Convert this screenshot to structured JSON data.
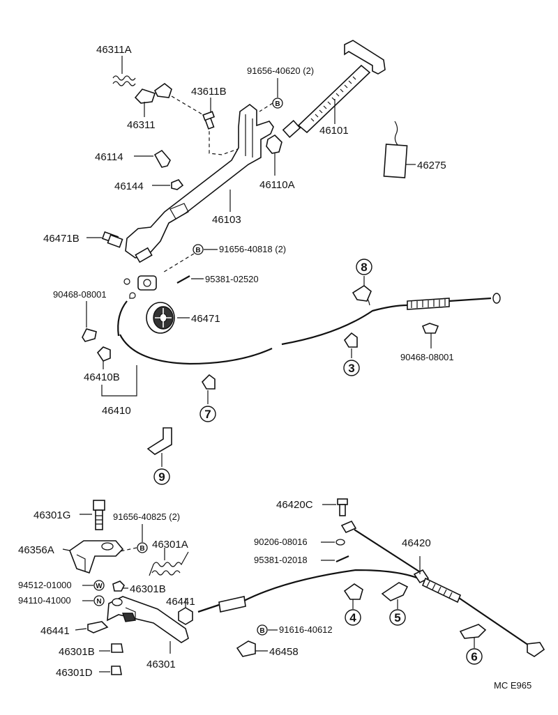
{
  "labels": {
    "p46311A": "46311A",
    "p46311": "46311",
    "p43611B": "43611B",
    "p91656_40620": "91656-40620 (2)",
    "p46101": "46101",
    "p46275": "46275",
    "p46114": "46114",
    "p46144": "46144",
    "p46110A": "46110A",
    "p46103": "46103",
    "p46471B": "46471B",
    "p91656_40818": "91656-40818 (2)",
    "p95381_02520": "95381-02520",
    "p90468_08001_left": "90468-08001",
    "p46471": "46471",
    "p46410B": "46410B",
    "p46410": "46410",
    "p90468_08001_right": "90468-08001",
    "p46301G": "46301G",
    "p91656_40825": "91656-40825 (2)",
    "p46356A": "46356A",
    "p46301A": "46301A",
    "p94512_01000": "94512-01000",
    "p46301B_top": "46301B",
    "p94110_41000": "94110-41000",
    "p46441_right": "46441",
    "p46441_left": "46441",
    "p46301B_bottom": "46301B",
    "p46301": "46301",
    "p46301D": "46301D",
    "p46420C": "46420C",
    "p90206_08016": "90206-08016",
    "p95381_02018": "95381-02018",
    "p46420": "46420",
    "p91616_40612": "91616-40612",
    "p46458": "46458"
  },
  "callouts": {
    "c3": "3",
    "c4": "4",
    "c5": "5",
    "c6": "6",
    "c7": "7",
    "c8": "8",
    "c9": "9"
  },
  "markers": {
    "b": "B",
    "w": "W",
    "n": "N"
  },
  "footer": {
    "code": "MC  E965"
  }
}
